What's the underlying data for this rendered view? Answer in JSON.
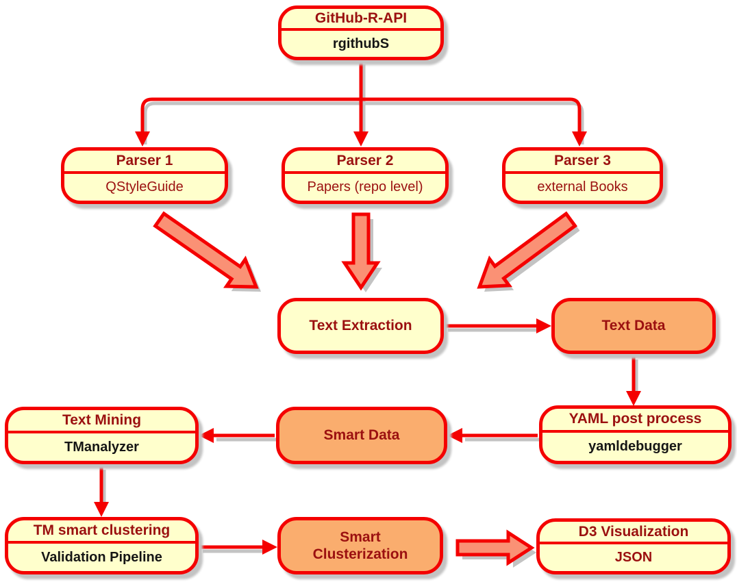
{
  "colors": {
    "node_fill": "#FFFFCC",
    "accent_node_fill": "#FAAD6E",
    "border_red": "#F40000",
    "title_text": "#9B1010",
    "body_text": "#151515",
    "block_arrow_fill": "#FA9175",
    "shadow_gray": "#C3C3C3",
    "background": "#FFFFFF"
  },
  "nodes": {
    "github": {
      "title": "GitHub-R-API",
      "subtitle": "rgithubS"
    },
    "parser1": {
      "title": "Parser 1",
      "subtitle": "QStyleGuide"
    },
    "parser2": {
      "title": "Parser 2",
      "subtitle": "Papers (repo level)"
    },
    "parser3": {
      "title": "Parser 3",
      "subtitle": "external Books"
    },
    "text_extraction": {
      "label": "Text Extraction"
    },
    "text_data": {
      "label": "Text Data"
    },
    "yaml_post_process": {
      "title": "YAML post process",
      "subtitle": "yamldebugger"
    },
    "smart_data": {
      "label": "Smart Data"
    },
    "text_mining": {
      "title": "Text Mining",
      "subtitle": "TManalyzer"
    },
    "tm_smart_clustering": {
      "title": "TM smart clustering",
      "subtitle": "Validation Pipeline"
    },
    "smart_clusterization": {
      "label": "Smart Clusterization"
    },
    "d3_visualization": {
      "title": "D3 Visualization",
      "subtitle": "JSON"
    }
  },
  "edges": [
    {
      "from": "github",
      "to": "parser1",
      "style": "thin-elbow-arrow"
    },
    {
      "from": "github",
      "to": "parser2",
      "style": "thin-straight-arrow"
    },
    {
      "from": "github",
      "to": "parser3",
      "style": "thin-elbow-arrow"
    },
    {
      "from": "parser1",
      "to": "text_extraction",
      "style": "block-arrow-diagonal"
    },
    {
      "from": "parser2",
      "to": "text_extraction",
      "style": "block-arrow-vertical"
    },
    {
      "from": "parser3",
      "to": "text_extraction",
      "style": "block-arrow-diagonal"
    },
    {
      "from": "text_extraction",
      "to": "text_data",
      "style": "thin-arrow"
    },
    {
      "from": "text_data",
      "to": "yaml_post_process",
      "style": "thin-arrow"
    },
    {
      "from": "yaml_post_process",
      "to": "smart_data",
      "style": "thin-arrow"
    },
    {
      "from": "smart_data",
      "to": "text_mining",
      "style": "thin-arrow"
    },
    {
      "from": "text_mining",
      "to": "tm_smart_clustering",
      "style": "thin-arrow"
    },
    {
      "from": "tm_smart_clustering",
      "to": "smart_clusterization",
      "style": "thin-arrow"
    },
    {
      "from": "smart_clusterization",
      "to": "d3_visualization",
      "style": "block-arrow-horizontal"
    }
  ]
}
